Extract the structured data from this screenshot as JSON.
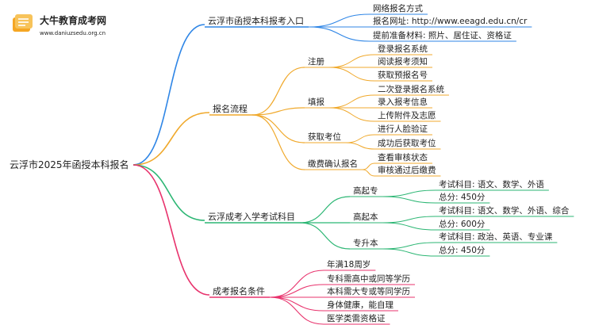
{
  "logo": {
    "name": "大牛教育成考网",
    "site": "www.daniuzsedu.org.cn"
  },
  "root": {
    "label": "云浮市2025年函授本科报名",
    "branches": [
      {
        "label": "云浮市函授本科报考入口",
        "color": "#2f86e6",
        "children": [
          {
            "label": "网络报名方式"
          },
          {
            "label": "报名网址: http://www.eeagd.edu.cn/cr"
          },
          {
            "label": "提前准备材料: 照片、居住证、资格证"
          }
        ]
      },
      {
        "label": "报名流程",
        "color": "#f0a92c",
        "children": [
          {
            "label": "注册",
            "children": [
              {
                "label": "登录报名系统"
              },
              {
                "label": "阅读报考须知"
              },
              {
                "label": "获取预报名号"
              }
            ]
          },
          {
            "label": "填报",
            "children": [
              {
                "label": "二次登录报名系统"
              },
              {
                "label": "录入报考信息"
              },
              {
                "label": "上传附件及志愿"
              }
            ]
          },
          {
            "label": "获取考位",
            "children": [
              {
                "label": "进行人脸验证"
              },
              {
                "label": "成功后获取考位"
              }
            ]
          },
          {
            "label": "缴费确认报名",
            "children": [
              {
                "label": "查看审核状态"
              },
              {
                "label": "审核通过后缴费"
              }
            ]
          }
        ]
      },
      {
        "label": "云浮成考入学考试科目",
        "color": "#2bb673",
        "children": [
          {
            "label": "高起专",
            "children": [
              {
                "label": "考试科目: 语文、数学、外语"
              },
              {
                "label": "总分: 450分"
              }
            ]
          },
          {
            "label": "高起本",
            "children": [
              {
                "label": "考试科目: 语文、数学、外语、综合"
              },
              {
                "label": "总分: 600分"
              }
            ]
          },
          {
            "label": "专升本",
            "children": [
              {
                "label": "考试科目: 政治、英语、专业课"
              },
              {
                "label": "总分: 450分"
              }
            ]
          }
        ]
      },
      {
        "label": "成考报名条件",
        "color": "#e8336d",
        "children": [
          {
            "label": "年满18周岁"
          },
          {
            "label": "专科需高中或同等学历"
          },
          {
            "label": "本科需大专或等同学历"
          },
          {
            "label": "身体健康，能自理"
          },
          {
            "label": "医学类需资格证"
          }
        ]
      }
    ]
  }
}
